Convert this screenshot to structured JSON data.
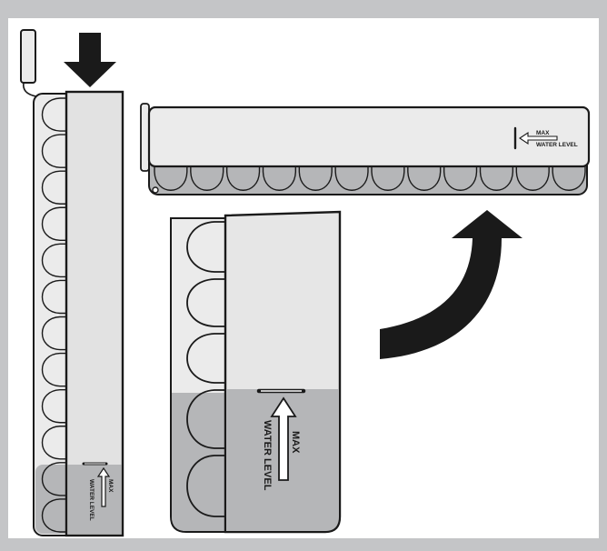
{
  "labels": {
    "max": "MAX",
    "water_level": "WATER LEVEL"
  },
  "colors": {
    "frame": "#c4c5c7",
    "panel": "#ffffff",
    "tray_body": "#ebebeb",
    "tray_face": "#e2e2e2",
    "water": "#b5b6b8",
    "ink": "#1a1a1a"
  },
  "trays": {
    "vertical_cube_count": 12,
    "horizontal_cube_count": 12,
    "vertical_water_level": 0.13,
    "closeup_water_level": 0.45
  }
}
